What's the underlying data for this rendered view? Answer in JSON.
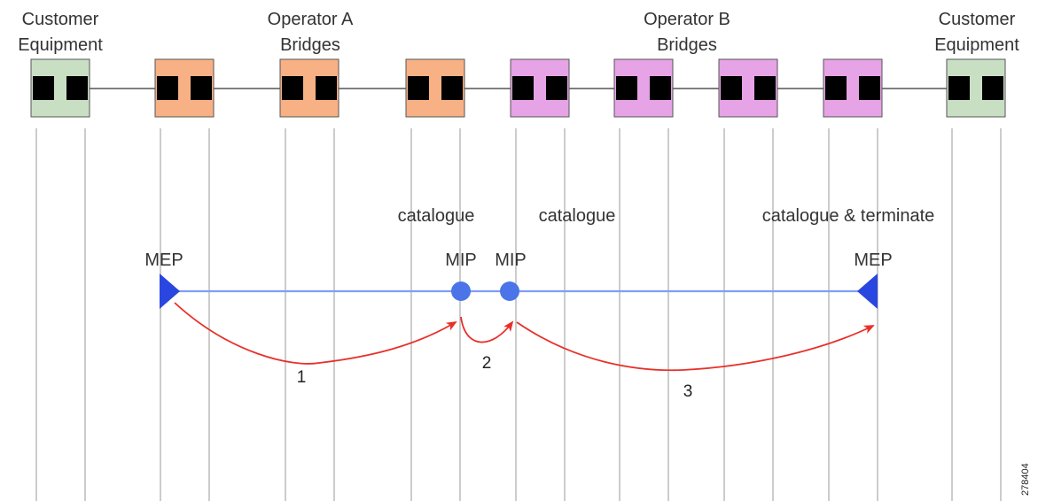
{
  "labels": {
    "customer_left": [
      "Customer",
      "Equipment"
    ],
    "operator_a": [
      "Operator A",
      "Bridges"
    ],
    "operator_b": [
      "Operator B",
      "Bridges"
    ],
    "customer_right": [
      "Customer",
      "Equipment"
    ],
    "catalogue_a": "catalogue",
    "catalogue_b": "catalogue",
    "catalogue_terminate": "catalogue & terminate",
    "mep_left": "MEP",
    "mip_a": "MIP",
    "mip_b": "MIP",
    "mep_right": "MEP",
    "step_1": "1",
    "step_2": "2",
    "step_3": "3",
    "figure_id": "278404"
  },
  "devices": [
    {
      "type": "customer"
    },
    {
      "type": "operator-a"
    },
    {
      "type": "operator-a"
    },
    {
      "type": "operator-a"
    },
    {
      "type": "operator-b"
    },
    {
      "type": "operator-b"
    },
    {
      "type": "operator-b"
    },
    {
      "type": "operator-b"
    },
    {
      "type": "customer"
    }
  ],
  "colors": {
    "customer": "#c9dfc4",
    "operator-a": "#f7b185",
    "operator-b": "#e6a3e6",
    "port": "#000000",
    "gridline": "#9a9a9a",
    "maintenance_line": "#7f9ff5",
    "mep": "#2a46e0",
    "mip": "#4a74e8",
    "arrow": "#e8302a"
  }
}
